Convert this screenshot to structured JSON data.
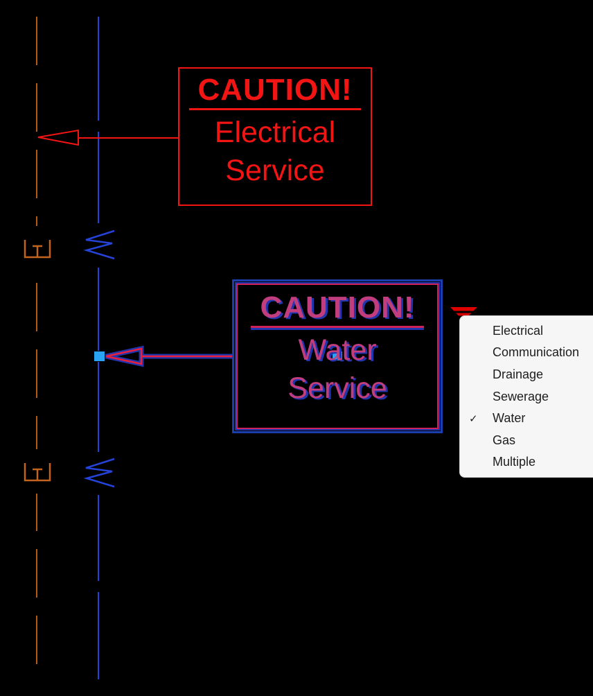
{
  "drawing": {
    "background": "#000000",
    "utility_lines": {
      "electrical_line": {
        "letter": "E",
        "color": "#b85c15"
      },
      "water_line": {
        "letter": "W",
        "color": "#2543d8"
      }
    },
    "leader_color_electrical": "#f31414",
    "selection_highlight_color": "#2135ae",
    "selection_red_color": "#e8203c",
    "grip_color": "#2aa3f2",
    "flyout_arrow_color": "#e00000"
  },
  "callouts": {
    "electrical": {
      "title": "CAUTION!",
      "line1": "Electrical",
      "line2": "Service"
    },
    "water": {
      "title": "CAUTION!",
      "line1": "Water",
      "line2": "Service"
    }
  },
  "context_menu": {
    "items": [
      {
        "label": "Electrical",
        "check": ""
      },
      {
        "label": "Communication",
        "check": ""
      },
      {
        "label": "Drainage",
        "check": ""
      },
      {
        "label": "Sewerage",
        "check": ""
      },
      {
        "label": "Water",
        "check": "✓"
      },
      {
        "label": "Gas",
        "check": ""
      },
      {
        "label": "Multiple",
        "check": ""
      }
    ]
  }
}
